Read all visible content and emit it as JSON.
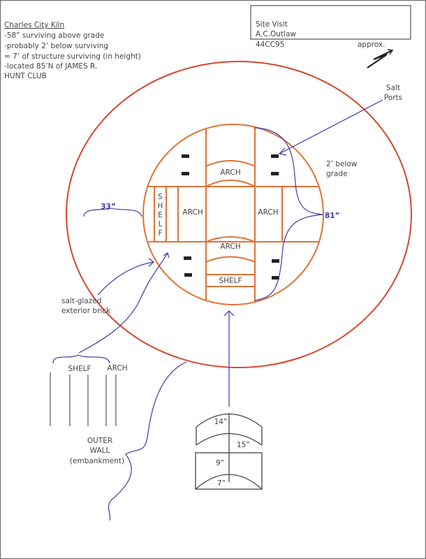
{
  "notes": {
    "title": "Charles City Kiln",
    "lines": [
      "-58” surviving above grade",
      "-probably 2’ below surviving",
      "= 7’ of structure surviving (in height)",
      "-located 85’N of JAMES R.",
      "HUNT CLUB"
    ]
  },
  "site_box": {
    "line1": "Site Visit",
    "line2": "A.C.Outlaw"
  },
  "site_number": "44CC95",
  "north": {
    "label": "approx.",
    "icon": "north-arrow-icon"
  },
  "labels": {
    "salt_ports": [
      "Salt",
      "Ports"
    ],
    "below_grade": [
      "2’ below",
      "grade"
    ],
    "outer_width": "33”",
    "inner_diameter": "81”",
    "salt_glazed": [
      "salt-glazed",
      "exterior brick"
    ],
    "outer_wall": [
      "OUTER",
      "WALL",
      "(embankment)"
    ]
  },
  "plan": {
    "arch_top": "ARCH",
    "arch_left": "ARCH",
    "arch_right": "ARCH",
    "arch_bottom": "ARCH",
    "shelf_bottom": "SHELF",
    "shelf_left": [
      "S",
      "H",
      "E",
      "L",
      "F"
    ]
  },
  "section": {
    "shelf": "SHELF",
    "arch": "ARCH"
  },
  "arch_detail": {
    "a": "14”",
    "b": "15”",
    "c": "9”",
    "d": "7”"
  },
  "colors": {
    "outer": "#d8452c",
    "inner": "#e07236",
    "annotation": "#3a3aa6",
    "ink": "#444444"
  }
}
